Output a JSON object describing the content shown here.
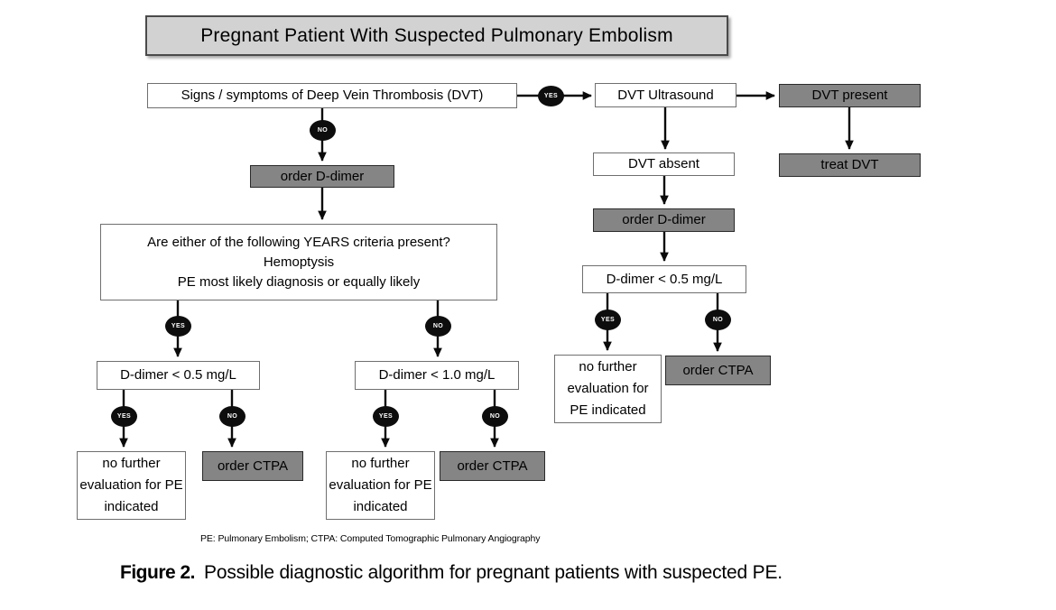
{
  "figure": {
    "title": "Pregnant Patient With Suspected Pulmonary Embolism",
    "footnote": "PE: Pulmonary Embolism; CTPA: Computed Tomographic Pulmonary Angiography",
    "caption_label": "Figure 2.",
    "caption_text": "Possible diagnostic algorithm for pregnant patients with suspected PE."
  },
  "labels": {
    "yes": "YES",
    "no": "NO"
  },
  "nodes": {
    "signs": "Signs / symptoms of Deep Vein Thrombosis (DVT)",
    "dvt_ultrasound": "DVT Ultrasound",
    "dvt_present": "DVT present",
    "treat_dvt": "treat DVT",
    "dvt_absent": "DVT absent",
    "order_d_dimer": "order D-dimer",
    "years_question": "Are either of the following YEARS criteria present?",
    "years_criterion_1": "Hemoptysis",
    "years_criterion_2": "PE most likely diagnosis or equally likely",
    "d_dimer_05": "D-dimer < 0.5 mg/L",
    "d_dimer_10": "D-dimer < 1.0 mg/L",
    "no_further": "no further evaluation for PE indicated",
    "order_ctpa": "order CTPA"
  },
  "colors": {
    "box_gray": "#858585",
    "title_gray": "#d2d2d2",
    "ellipse_black": "#0d0d0d"
  }
}
